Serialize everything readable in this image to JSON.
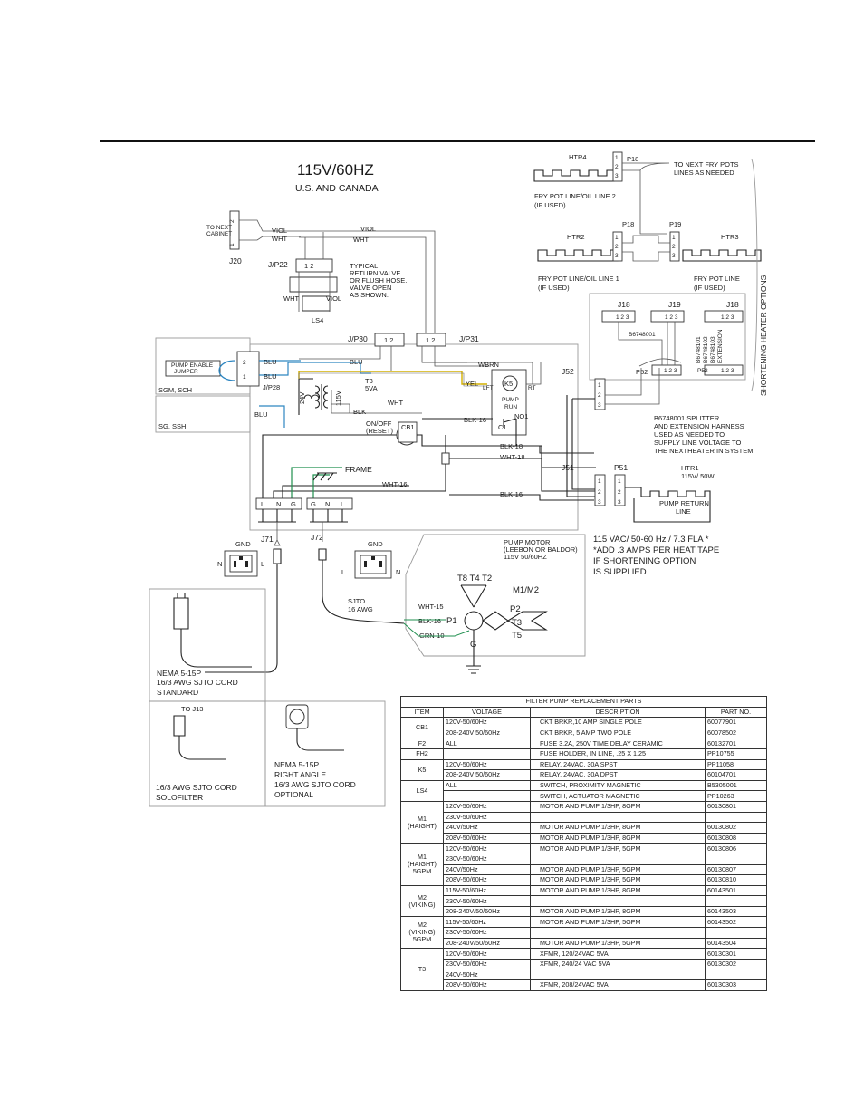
{
  "title": {
    "main": "115V/60HZ",
    "sub": "U.S. AND CANADA"
  },
  "top_right": {
    "htr4": "HTR4",
    "p18a": "P18",
    "to_next": [
      "TO NEXT FRY POTS",
      "LINES AS NEEDED"
    ],
    "fry_line2": [
      "FRY POT LINE/OIL LINE 2",
      "(IF USED)"
    ],
    "htr2": "HTR2",
    "p18b": "P18",
    "p19": "P19",
    "htr3": "HTR3",
    "fry_line1": [
      "FRY POT LINE/OIL LINE 1",
      "(IF USED)"
    ],
    "fry_line": [
      "FRY POT LINE",
      "(IF USED)"
    ],
    "pins": [
      "1",
      "2",
      "3"
    ]
  },
  "shortening": {
    "j18a": "J18",
    "j19": "J19",
    "j18b": "J18",
    "pin_row": "1  2  3",
    "b6748001": "B6748001",
    "p52": "P52",
    "side_labels": [
      "B6748101",
      "B6748102",
      "B6748103",
      "EXTENSION"
    ],
    "vertical": "SHORTENING HEATER OPTIONS",
    "note": [
      "B6748001 SPLITTER",
      "AND EXTENSION HARNESS",
      "USED AS NEEDED TO",
      "SUPPLY LINE VOLTAGE TO",
      "THE NEXTHEATER IN SYSTEM."
    ]
  },
  "return_valve": {
    "j20": "J20",
    "to_next_cabinet": [
      "TO NEXT",
      "CABINET"
    ],
    "viol": "VIOL",
    "wht": "WHT",
    "jp22": "J/P22",
    "pins": "1   2",
    "note": [
      "TYPICAL",
      "RETURN VALVE",
      "OR FLUSH HOSE.",
      "VALVE OPEN",
      "AS SHOWN."
    ],
    "ls4": "LS4",
    "wht2": "WHT",
    "viol2": "VIOL"
  },
  "main": {
    "jp30": "J/P30",
    "jp31": "J/P31",
    "pins": "1  2",
    "pump_enable": [
      "PUMP ENABLE",
      "JUMPER"
    ],
    "jp28": "J/P28",
    "sgm": "SGM, SCH",
    "sg": "SG, SSH",
    "blu": "BLU",
    "wbrn": "WBRN",
    "yel": "YEL",
    "whtw": "WHT",
    "blk": "BLK",
    "t3": [
      "T3",
      "5VA"
    ],
    "v24": "24V",
    "v115": "115V",
    "k5": "K5",
    "lft": "LFT",
    "rt": "RT",
    "pump_run": [
      "PUMP",
      "RUN"
    ],
    "c1": "C1",
    "no1": "NO1",
    "blk16": "BLK-16",
    "onoff": [
      "ON/OFF",
      "(RESET)"
    ],
    "cb1": "CB1",
    "blk18": "BLK-18",
    "wht18": "WHT-18",
    "frame": "FRAME",
    "wht16": "WHT-16",
    "blk16b": "BLK-16",
    "j52": "J52",
    "j51": "J51",
    "p51": "P51",
    "htr1": [
      "HTR1",
      "115V/ 50W"
    ],
    "pump_return": [
      "PUMP RETURN",
      "LINE"
    ],
    "term_a": [
      "L",
      "N",
      "G"
    ],
    "term_b": [
      "G",
      "N",
      "L"
    ],
    "j71": "J71",
    "j72": "J72",
    "gnd": "GND",
    "l": "L",
    "n": "N",
    "sjto": [
      "SJTO",
      "16 AWG"
    ],
    "pump_motor": [
      "PUMP MOTOR",
      "(LEEBON OR BALDOR)",
      "115V 50/60HZ"
    ],
    "t8t4t2": "T8  T4  T2",
    "m1m2": "M1/M2",
    "p2": "P2",
    "t3m": "T3",
    "t5": "T5",
    "p1": "P1",
    "g": "G",
    "wht15": "WHT-15",
    "blk16m": "BLK-16",
    "grn10": "GRN-10",
    "fla": [
      "115 VAC/ 50-60 Hz / 7.3 FLA *",
      "*ADD .3 AMPS PER HEAT TAPE",
      "IF SHORTENING OPTION",
      "IS SUPPLIED."
    ]
  },
  "cords": {
    "nema_std": [
      "NEMA 5-15P",
      "16/3 AWG SJTO CORD",
      "STANDARD"
    ],
    "to_j13": "TO J13",
    "solo": [
      "16/3 AWG SJTO CORD",
      "SOLOFILTER"
    ],
    "nema_ra": [
      "NEMA 5-15P",
      "RIGHT ANGLE",
      "16/3 AWG SJTO CORD",
      "OPTIONAL"
    ]
  },
  "parts_table": {
    "title": "FILTER PUMP REPLACEMENT PARTS",
    "headers": [
      "ITEM",
      "VOLTAGE",
      "DESCRIPTION",
      "PART NO."
    ],
    "rows": [
      {
        "item": "CB1",
        "span": 2,
        "lines": [
          {
            "voltage": "120V-50/60Hz",
            "desc": "CKT BRKR,10 AMP SINGLE POLE",
            "part": "60077901"
          },
          {
            "voltage": "208-240V 50/60Hz",
            "desc": "CKT BRKR, 5 AMP TWO POLE",
            "part": "60078502"
          }
        ]
      },
      {
        "item": "F2",
        "span": 1,
        "lines": [
          {
            "voltage": "ALL",
            "desc": "FUSE 3.2A, 250V TIME DELAY CERAMIC",
            "part": "60132701"
          }
        ]
      },
      {
        "item": "FH2",
        "span": 1,
        "lines": [
          {
            "voltage": "",
            "desc": "FUSE HOLDER, IN LINE, .25 X 1.25",
            "part": "PP10755"
          }
        ]
      },
      {
        "item": "K5",
        "span": 2,
        "lines": [
          {
            "voltage": "120V-50/60Hz",
            "desc": "RELAY, 24VAC, 30A SPST",
            "part": "PP11058"
          },
          {
            "voltage": "208-240V 50/60Hz",
            "desc": "RELAY, 24VAC, 30A DPST",
            "part": "60104701"
          }
        ]
      },
      {
        "item": "LS4",
        "span": 2,
        "lines": [
          {
            "voltage": "ALL",
            "desc": "SWITCH, PROXIMITY MAGNETIC",
            "part": "B5305001"
          },
          {
            "voltage": "",
            "desc": "SWITCH, ACTUATOR MAGNETIC",
            "part": "PP10263"
          }
        ]
      },
      {
        "item": "M1\n(HAIGHT)",
        "span": 4,
        "lines": [
          {
            "voltage": "120V-50/60Hz",
            "desc": "MOTOR AND PUMP 1/3HP, 8GPM",
            "part": "60130801"
          },
          {
            "voltage": "230V-50/60Hz",
            "desc": "",
            "part": ""
          },
          {
            "voltage": "240V/50Hz",
            "desc": "MOTOR AND PUMP 1/3HP, 8GPM",
            "part": "60130802"
          },
          {
            "voltage": "208V-50/60Hz",
            "desc": "MOTOR AND PUMP 1/3HP, 8GPM",
            "part": "60130808"
          }
        ]
      },
      {
        "item": "M1\n(HAIGHT)\n5GPM",
        "span": 4,
        "lines": [
          {
            "voltage": "120V-50/60Hz",
            "desc": "MOTOR AND PUMP 1/3HP, 5GPM",
            "part": "60130806"
          },
          {
            "voltage": "230V-50/60Hz",
            "desc": "",
            "part": ""
          },
          {
            "voltage": "240V/50Hz",
            "desc": "MOTOR AND PUMP 1/3HP, 5GPM",
            "part": "60130807"
          },
          {
            "voltage": "208V-50/60Hz",
            "desc": "MOTOR AND PUMP 1/3HP, 5GPM",
            "part": "60130810"
          }
        ]
      },
      {
        "item": "M2\n(VIKING)",
        "span": 3,
        "lines": [
          {
            "voltage": "115V-50/60Hz",
            "desc": "MOTOR AND PUMP 1/3HP, 8GPM",
            "part": "60143501"
          },
          {
            "voltage": "230V-50/60Hz",
            "desc": "",
            "part": ""
          },
          {
            "voltage": "208-240V/50/60Hz",
            "desc": "MOTOR AND PUMP 1/3HP, 8GPM",
            "part": "60143503"
          }
        ]
      },
      {
        "item": "M2\n(VIKING)\n5GPM",
        "span": 3,
        "lines": [
          {
            "voltage": "115V-50/60Hz",
            "desc": "MOTOR AND PUMP 1/3HP, 5GPM",
            "part": "60143502"
          },
          {
            "voltage": "230V-50/60Hz",
            "desc": "",
            "part": ""
          },
          {
            "voltage": "208-240V/50/60Hz",
            "desc": "MOTOR AND PUMP 1/3HP, 5GPM",
            "part": "60143504"
          }
        ]
      },
      {
        "item": "T3",
        "span": 4,
        "lines": [
          {
            "voltage": "120V-50/60Hz",
            "desc": "XFMR, 120/24VAC 5VA",
            "part": "60130301"
          },
          {
            "voltage": "230V-50/60Hz",
            "desc": "XFMR, 240/24 VAC 5VA",
            "part": "60130302"
          },
          {
            "voltage": "240V-50Hz",
            "desc": "",
            "part": ""
          },
          {
            "voltage": "208V-50/60Hz",
            "desc": "XFMR, 208/24VAC 5VA",
            "part": "60130303"
          }
        ]
      }
    ]
  }
}
